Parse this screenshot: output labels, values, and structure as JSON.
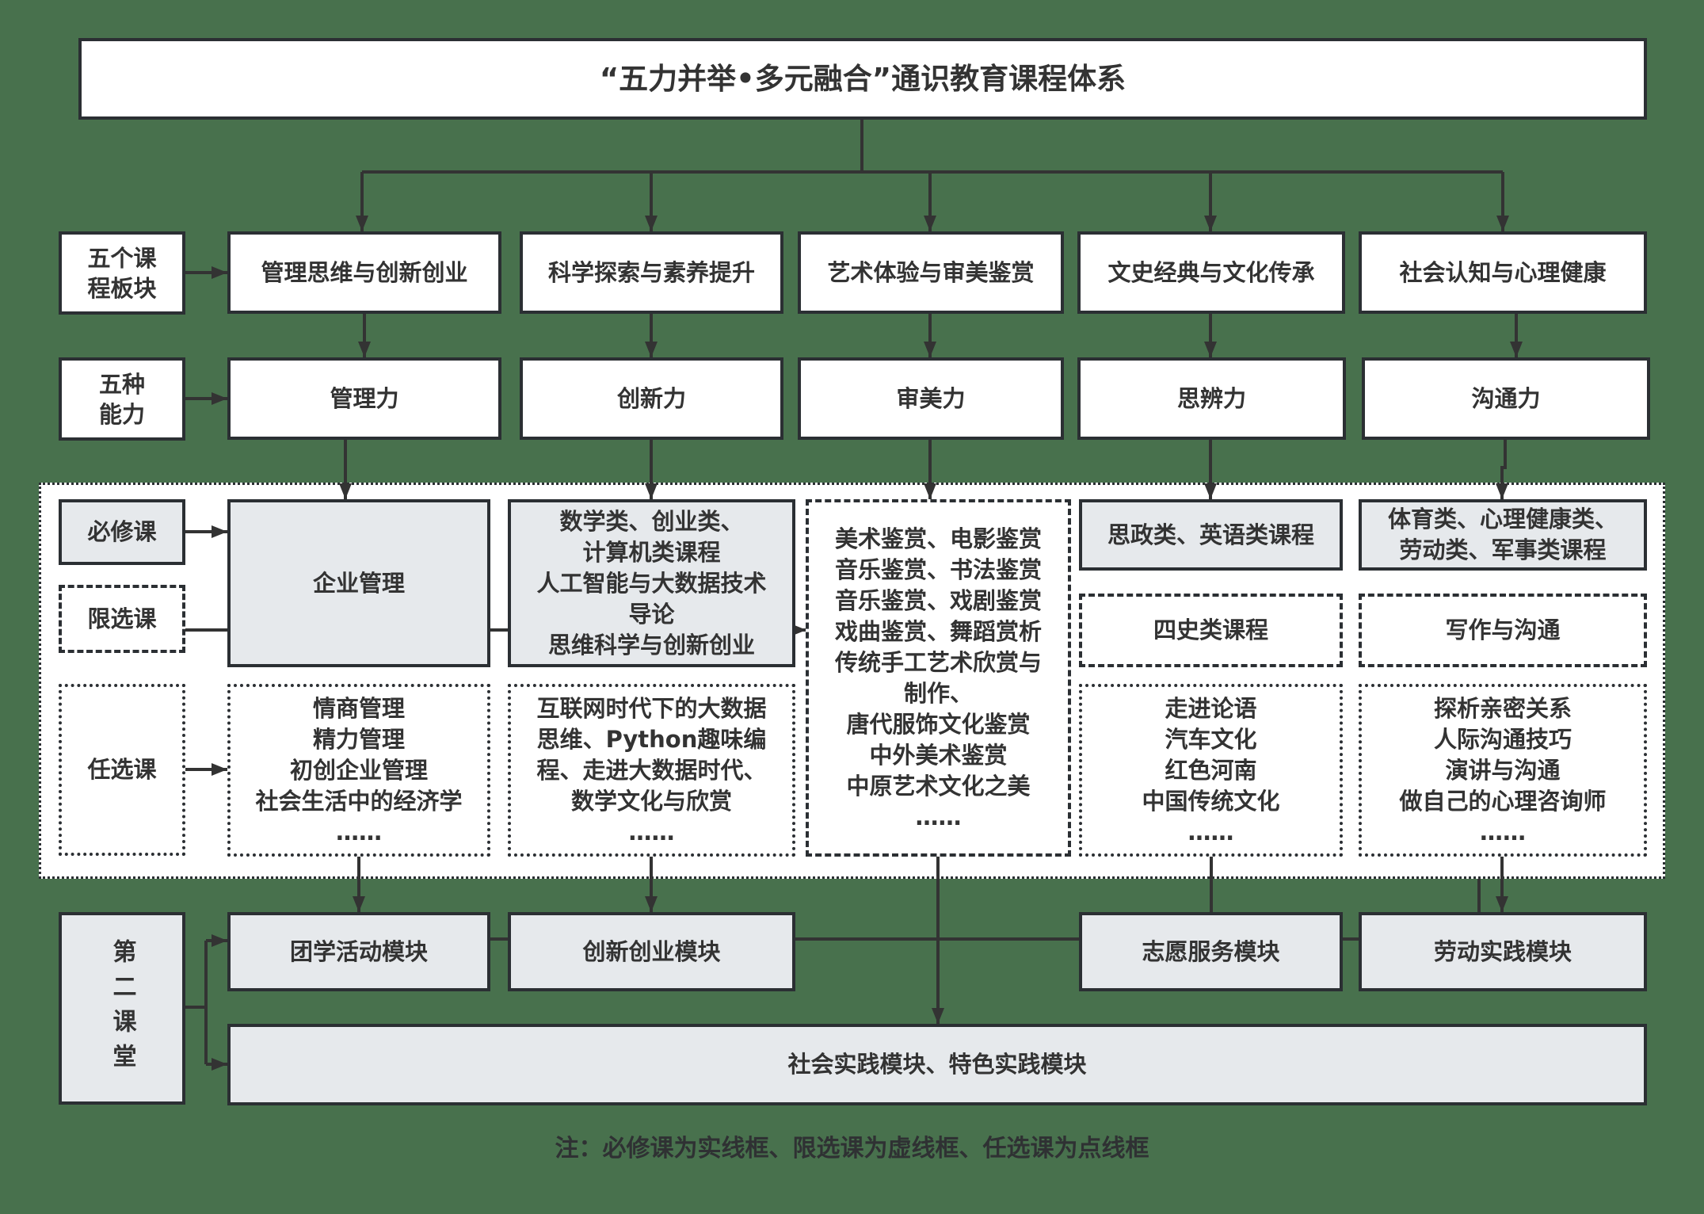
{
  "title": "“五力并举•多元融合”通识教育课程体系",
  "row_labels": {
    "modules": "五个课\n程板块",
    "abilities": "五种\n能力",
    "required": "必修课",
    "restricted": "限选课",
    "elective": "任选课",
    "second_classroom": "第二课堂"
  },
  "modules": [
    "管理思维与创新创业",
    "科学探索与素养提升",
    "艺术体验与审美鉴赏",
    "文史经典与文化传承",
    "社会认知与心理健康"
  ],
  "abilities": [
    "管理力",
    "创新力",
    "审美力",
    "思辨力",
    "沟通力"
  ],
  "courses": {
    "col1": {
      "required": "企业管理",
      "elective": "情商管理\n精力管理\n初创企业管理\n社会生活中的经济学\n……"
    },
    "col2": {
      "required": "数学类、创业类、\n计算机类课程\n人工智能与大数据技术\n导论\n思维科学与创新创业",
      "elective": "互联网时代下的大数据\n思维、Python趣味编\n程、走进大数据时代、\n数学文化与欣赏\n……"
    },
    "col3": {
      "restricted": "美术鉴赏、电影鉴赏\n音乐鉴赏、书法鉴赏\n音乐鉴赏、戏剧鉴赏\n戏曲鉴赏、舞蹈赏析\n传统手工艺术欣赏与\n制作、\n唐代服饰文化鉴赏\n中外美术鉴赏\n中原艺术文化之美\n……"
    },
    "col4": {
      "required": "思政类、英语类课程",
      "restricted": "四史类课程",
      "elective": "走进论语\n汽车文化\n红色河南\n中国传统文化\n……"
    },
    "col5": {
      "required": "体育类、心理健康类、\n劳动类、军事类课程",
      "restricted": "写作与沟通",
      "elective": "探析亲密关系\n人际沟通技巧\n演讲与沟通\n做自己的心理咨询师\n……"
    }
  },
  "second_classroom_modules": [
    "团学活动模块",
    "创新创业模块",
    "志愿服务模块",
    "劳动实践模块",
    "社会实践模块、特色实践模块"
  ],
  "note": "注：必修课为实线框、限选课为虚线框、任选课为点线框",
  "colors": {
    "background": "#48714d",
    "box_border": "#2b2f33",
    "box_fill": "#ffffff",
    "required_fill": "#e6e9ec",
    "text": "#333333"
  }
}
